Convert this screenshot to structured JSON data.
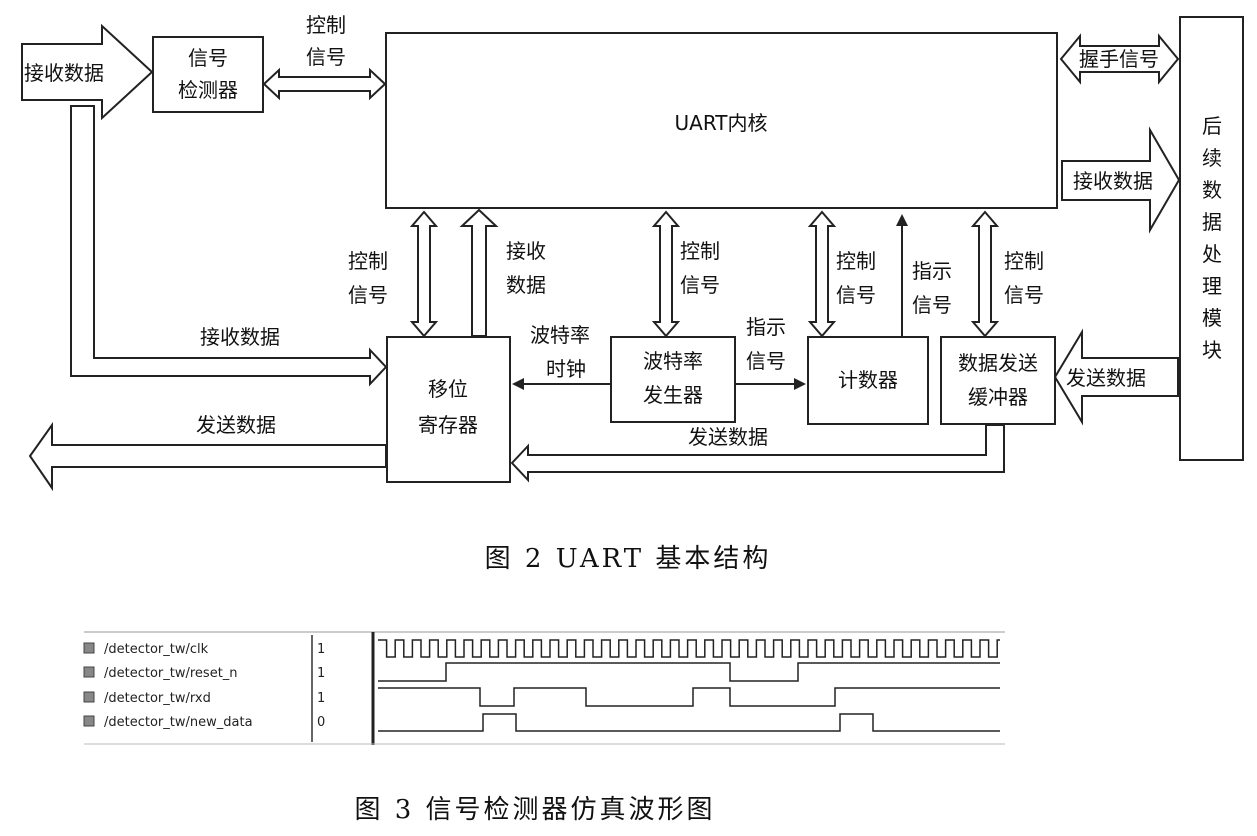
{
  "figure2": {
    "caption": "图 2   UART 基本结构",
    "blocks": {
      "signal_detector": [
        "信号",
        "检测器"
      ],
      "uart_core": "UART内核",
      "shift_register": [
        "移位",
        "寄存器"
      ],
      "baud_generator": [
        "波特率",
        "发生器"
      ],
      "counter": "计数器",
      "tx_buffer": [
        "数据发送",
        "缓冲器"
      ],
      "post_processing": [
        "后",
        "续",
        "数",
        "据",
        "处",
        "理",
        "模",
        "块"
      ]
    },
    "labels": {
      "rx_data_in": "接收数据",
      "ctrl_top": [
        "控制",
        "信号"
      ],
      "handshake": "握手信号",
      "rx_data_right": "接收数据",
      "ctrl_shift": [
        "控制",
        "信号"
      ],
      "rx_data_vert": [
        "接收",
        "数据"
      ],
      "ctrl_baud": [
        "控制",
        "信号"
      ],
      "ctrl_counter": [
        "控制",
        "信号"
      ],
      "indicate_up": [
        "指示",
        "信号"
      ],
      "ctrl_buffer": [
        "控制",
        "信号"
      ],
      "rx_data_left": "接收数据",
      "baud_clock": [
        "波特率",
        "时钟"
      ],
      "indicate_mid": [
        "指示",
        "信号"
      ],
      "tx_data_left": "发送数据",
      "tx_data_bottom": "发送数据",
      "tx_data_right": "发送数据"
    }
  },
  "figure3": {
    "caption": "图 3   信号检测器仿真波形图",
    "signals": [
      {
        "name": "/detector_tw/clk",
        "value": "1"
      },
      {
        "name": "/detector_tw/reset_n",
        "value": "1"
      },
      {
        "name": "/detector_tw/rxd",
        "value": "1"
      },
      {
        "name": "/detector_tw/new_data",
        "value": "0"
      }
    ]
  }
}
